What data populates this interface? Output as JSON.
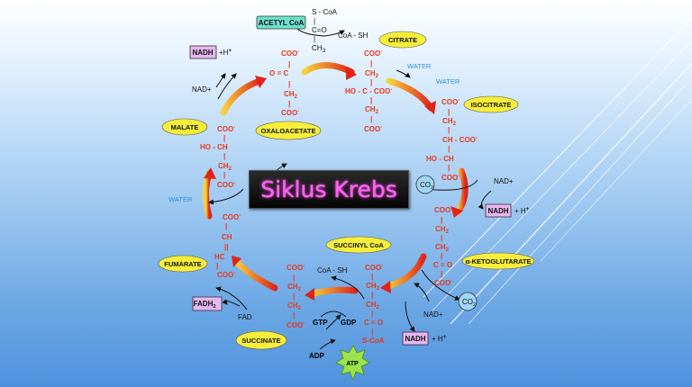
{
  "title": "Siklus Krebs",
  "colors": {
    "molecule_text": "#e8381d",
    "molecule_label_fill": "#f7ee3a",
    "cofactor_box_fill": "#e7b6f0",
    "acetyl_box_fill": "#6fe0cc",
    "water_text": "#2f8fdc",
    "co2_fill": "#9fd6f5",
    "atp_fill": "#9be34a",
    "arrow_start": "#f7d33a",
    "arrow_end": "#e0241a"
  },
  "molecule_labels": {
    "citrate": "CITRATE",
    "isocitrate": "ISOCITRATE",
    "ketoglutarate": "α-KETOGLUTARATE",
    "succinyl_coa": "SUCCINYL CoA",
    "succinate": "SUCCINATE",
    "fumarate": "FUMARATE",
    "malate": "MALATE",
    "oxaloacetate": "OXALOACETATE"
  },
  "cofactor_boxes": {
    "acetyl_coa": "ACETYL CoA",
    "nadh": "NADH",
    "fadh2": "FADH",
    "fadh2_sub": "2"
  },
  "inputs": {
    "water": "WATER",
    "nad_plus": "NAD+",
    "plus_h": "+ H",
    "plus_h_malate": "+H",
    "plus": "+",
    "coa_sh": "CoA - SH",
    "fad": "FAD",
    "gtp": "GTP",
    "gdp": "GDP",
    "adp": "ADP",
    "atp": "ATP",
    "co": "CO",
    "co_sub": "2"
  },
  "structures": {
    "acetyl_coa": [
      "S - CoA",
      "|",
      "C=O",
      "|",
      "CH",
      "3"
    ],
    "oxaloacetate": [
      "COO",
      "|",
      "O = C",
      "|",
      "CH",
      "2",
      "|",
      "COO"
    ],
    "citrate": [
      "COO",
      "|",
      "CH",
      "2",
      "|",
      "HO - C - COO",
      "|",
      "CH",
      "2",
      "|",
      "COO"
    ],
    "isocitrate": [
      "COO",
      "|",
      "CH",
      "2",
      "|",
      "CH - COO",
      "|",
      "HO - CH",
      "|",
      "COO"
    ],
    "ketoglutarate": [
      "COO",
      "|",
      "CH",
      "2",
      "|",
      "CH",
      "2",
      "|",
      "C = O",
      "|",
      "COO"
    ],
    "succinyl_coa": [
      "COO",
      "|",
      "CH",
      "2",
      "|",
      "CH",
      "2",
      "|",
      "C = O",
      "|",
      "S-CoA"
    ],
    "succinate": [
      "COO",
      "|",
      "CH",
      "2",
      "|",
      "CH",
      "2",
      "|",
      "COO"
    ],
    "fumarate": [
      "COO",
      "|",
      "CH",
      "||",
      "HC",
      "|",
      "COO"
    ],
    "malate": [
      "COO",
      "|",
      "HO - CH",
      "|",
      "CH",
      "2",
      "|",
      "COO"
    ],
    "charge": "-"
  }
}
